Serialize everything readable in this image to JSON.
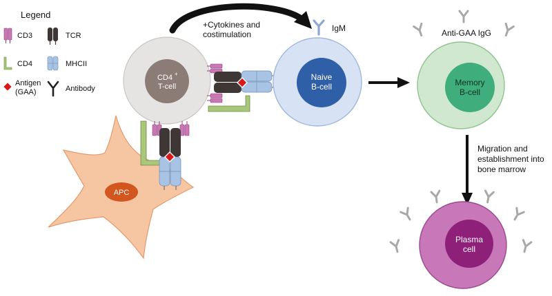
{
  "legend": {
    "title": "Legend",
    "items": [
      {
        "key": "cd3",
        "label": "CD3",
        "color": "#c978b4"
      },
      {
        "key": "tcr",
        "label": "TCR",
        "color": "#3e3735"
      },
      {
        "key": "cd4",
        "label": "CD4",
        "color": "#a9c77a"
      },
      {
        "key": "mhcii",
        "label": "MHCII",
        "color": "#a8c3e3"
      },
      {
        "key": "antigen",
        "label_line1": "Antigen",
        "label_line2": "(GAA)",
        "color": "#d7191c"
      },
      {
        "key": "antibody",
        "label": "Antibody",
        "color": "#222222"
      }
    ]
  },
  "cells": {
    "cd4_tcell": {
      "label_line1": "CD4",
      "superscript": "+",
      "label_line2": "T-cell"
    },
    "apc": {
      "label": "APC"
    },
    "naive_bcell": {
      "label_line1": "Naive",
      "label_line2": "B-cell",
      "surface_label": "IgM"
    },
    "memory_bcell": {
      "label_line1": "Memory",
      "label_line2": "B-cell",
      "top_label": "Anti-GAA IgG"
    },
    "plasma_cell": {
      "label_line1": "Plasma",
      "label_line2": "cell"
    }
  },
  "annotations": {
    "cytokines": {
      "line1": "+Cytokines and",
      "line2": "costimulation"
    },
    "migration": {
      "line1": "Migration and",
      "line2": "establishment into",
      "line3": "bone marrow"
    }
  },
  "colors": {
    "tcell_outer": "#e6e4e3",
    "tcell_inner": "#8c7c76",
    "apc": "#f6c6a3",
    "apc_nucleus": "#d2561d",
    "naive_outer": "#d7e3f4",
    "naive_inner": "#2f5fa6",
    "memory_outer": "#cfe8cf",
    "memory_inner": "#3fae7c",
    "plasma_outer": "#c877b8",
    "plasma_inner": "#8e2079",
    "antibody_grey": "#a8a8a8"
  }
}
